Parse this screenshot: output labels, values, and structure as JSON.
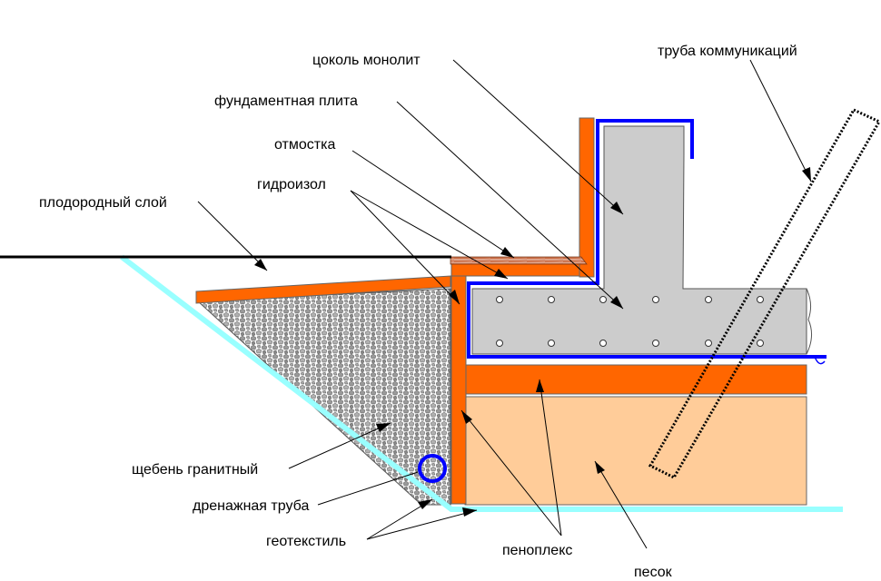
{
  "labels": {
    "tsokol": "цоколь монолит",
    "plita": "фундаментная плита",
    "otmostka": "отмостка",
    "gidroizol": "гидроизол",
    "plodorodny": "плодородный слой",
    "truba_kom": "труба коммуникаций",
    "sheben": "щебень гранитный",
    "drenazh": "дренажная труба",
    "geotekstil": "геотекстиль",
    "penopleks": "пеноплекс",
    "pesok": "песок"
  },
  "colors": {
    "concrete": "#cccccc",
    "penopleks": "#ff6600",
    "sand": "#ffcc99",
    "gravel": "#999999",
    "waterproofing": "#0000ff",
    "geotextile": "#99ffff",
    "paving": "#cc6633",
    "ground_line": "#000000"
  }
}
